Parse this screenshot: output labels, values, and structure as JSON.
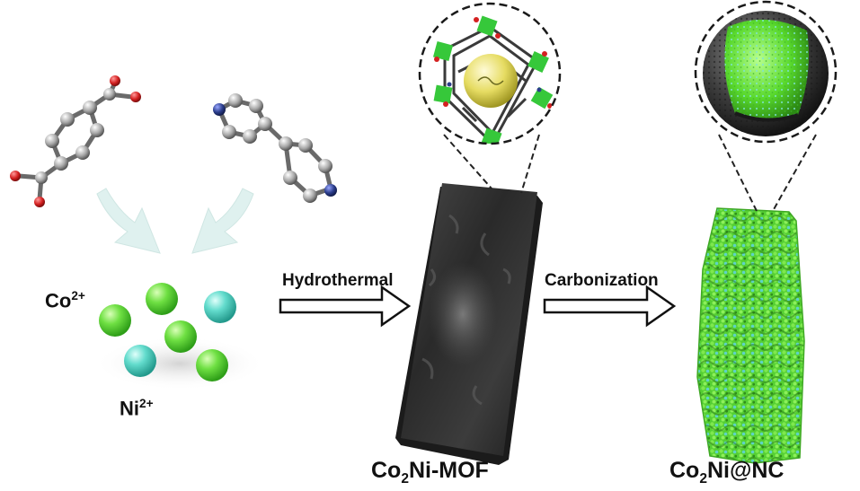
{
  "ions": {
    "co": {
      "base": "Co",
      "sup": "2+"
    },
    "ni": {
      "base": "Ni",
      "sup": "2+"
    }
  },
  "steps": {
    "step1": "Hydrothermal",
    "step2": "Carbonization"
  },
  "products": {
    "mof": {
      "pre": "Co",
      "sub": "2",
      "post": "Ni-MOF"
    },
    "nc": {
      "pre": "Co",
      "sub": "2",
      "post": "Ni@NC"
    }
  },
  "colors": {
    "cobalt_sphere": "#5fd83c",
    "nickel_sphere": "#57d6c8",
    "mof_plate": "#2e2e2e",
    "carbon_shell": "#3a3a3a",
    "oxygen_atom": "#cc1f1f",
    "nitrogen_atom": "#2b3d8c",
    "carbon_atom": "#a8a8a8",
    "inflow_arrow": "#dff1ef"
  },
  "icons": [
    "terephthalic-acid-molecule",
    "bipyridine-molecule",
    "mof-framework-zoom",
    "core-shell-particle-zoom"
  ]
}
